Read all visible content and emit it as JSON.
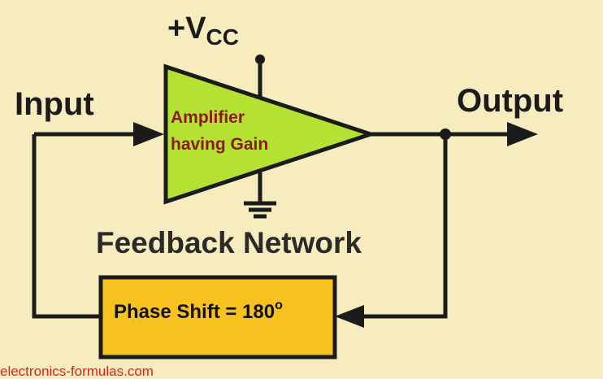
{
  "diagram": {
    "supply": {
      "main": "+V",
      "subscript": "CC"
    },
    "input_label": "Input",
    "output_label": "Output",
    "amplifier": {
      "line1": "Amplifier",
      "line2": "having Gain"
    },
    "feedback_label": "Feedback Network",
    "phase_shift": {
      "text": "Phase Shift = 180",
      "superscript": "o"
    },
    "watermark": "electronics-formulas.com"
  },
  "colors": {
    "background": "#f6ecbd",
    "amplifier_fill": "#b5e133",
    "phase_box_fill": "#f7c21e",
    "wire": "#1b1b1b",
    "amplifier_text": "#8b1a1a",
    "watermark_text": "#e0201a"
  }
}
